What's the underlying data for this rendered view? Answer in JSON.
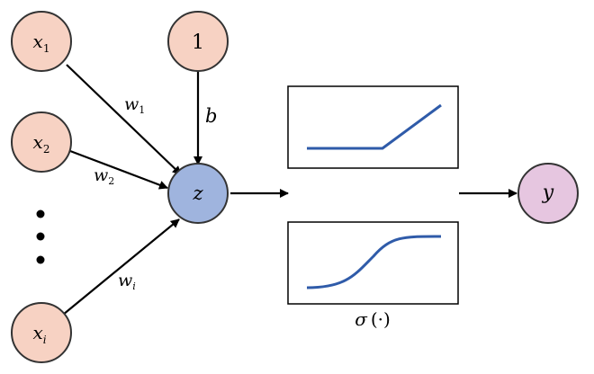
{
  "nodes": {
    "x1": {
      "var": "x",
      "sub": "1"
    },
    "x2": {
      "var": "x",
      "sub": "2"
    },
    "xi": {
      "var": "x",
      "sub": "i"
    },
    "bias": {
      "label": "1"
    },
    "z": {
      "label": "z"
    },
    "y": {
      "label": "y"
    }
  },
  "weights": {
    "w1": {
      "var": "w",
      "sub": "1"
    },
    "w2": {
      "var": "w",
      "sub": "2"
    },
    "wi": {
      "var": "w",
      "sub": "i"
    },
    "b": {
      "label": "b"
    }
  },
  "activation": {
    "label_sigma": "σ",
    "label_arg": "(·)"
  },
  "colors": {
    "input_fill": "#f7d2c3",
    "neuron_fill": "#9fb4de",
    "output_fill": "#e6c6e0",
    "stroke": "#333333",
    "curve": "#2f5ba9"
  }
}
